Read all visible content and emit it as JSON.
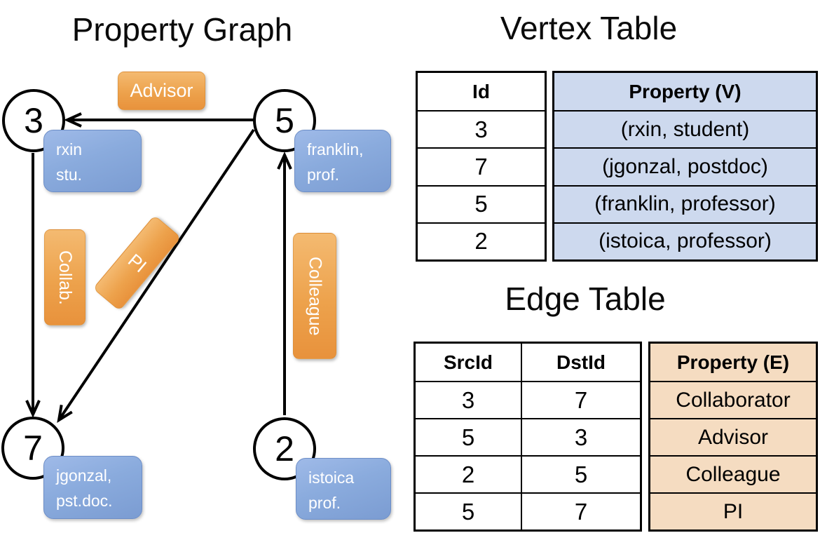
{
  "graph": {
    "title": "Property Graph",
    "nodes": [
      {
        "id": "3",
        "property_lines": [
          "rxin",
          "stu."
        ]
      },
      {
        "id": "5",
        "property_lines": [
          "franklin,",
          "prof."
        ]
      },
      {
        "id": "7",
        "property_lines": [
          "jgonzal,",
          "pst.doc."
        ]
      },
      {
        "id": "2",
        "property_lines": [
          "istoica",
          "prof."
        ]
      }
    ],
    "edge_labels": {
      "advisor": "Advisor",
      "collab": "Collab.",
      "pi": "PI",
      "colleague": "Colleague"
    }
  },
  "vertex_table": {
    "title": "Vertex Table",
    "columns": {
      "id": "Id",
      "property": "Property (V)"
    },
    "rows": [
      {
        "id": "3",
        "property": "(rxin, student)"
      },
      {
        "id": "7",
        "property": "(jgonzal, postdoc)"
      },
      {
        "id": "5",
        "property": "(franklin, professor)"
      },
      {
        "id": "2",
        "property": "(istoica, professor)"
      }
    ]
  },
  "edge_table": {
    "title": "Edge Table",
    "columns": {
      "src": "SrcId",
      "dst": "DstId",
      "property": "Property (E)"
    },
    "rows": [
      {
        "src": "3",
        "dst": "7",
        "property": "Collaborator"
      },
      {
        "src": "5",
        "dst": "3",
        "property": "Advisor"
      },
      {
        "src": "2",
        "dst": "5",
        "property": "Colleague"
      },
      {
        "src": "5",
        "dst": "7",
        "property": "PI"
      }
    ]
  },
  "colors": {
    "vertex_property_cell_fill": "#cdd9ee",
    "edge_property_cell_fill": "#f5dcc1",
    "edge_label_orange": "#eda24c",
    "vertex_property_box_blue": "#8aabdd",
    "line_black": "#000000"
  }
}
